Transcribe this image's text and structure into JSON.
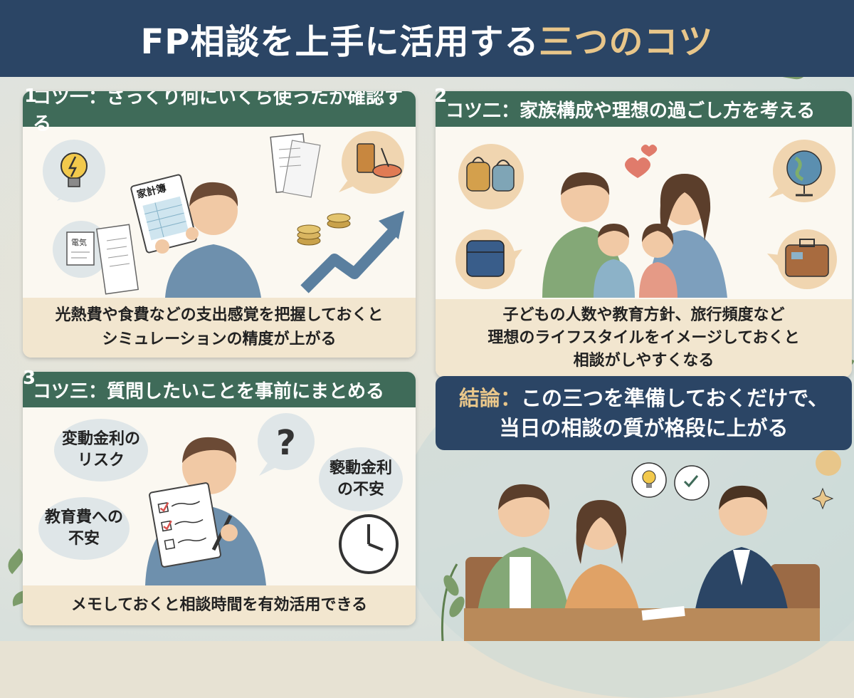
{
  "title": {
    "main": "FP相談を上手に活用する",
    "accent": "三つのコツ"
  },
  "tips": [
    {
      "number": "1",
      "heading": "コツ一：ざっくり何にいくら使ったか確認する",
      "book_label": "家計簿",
      "receipt_label": "電気",
      "footer": [
        "光熱費や食費などの支出感覚を把握しておくと",
        "シミュレーションの精度が上がる"
      ],
      "icons": [
        "lightbulb-icon",
        "receipt-icon",
        "coins-icon",
        "food-icon",
        "rising-arrow-icon"
      ]
    },
    {
      "number": "2",
      "heading": "コツ二：家族構成や理想の過ごし方を考える",
      "footer": [
        "子どもの人数や教育方針、旅行頻度など",
        "理想のライフスタイルをイメージしておくと",
        "相談がしやすくなる"
      ],
      "icons": [
        "backpack-icon",
        "school-bag-icon",
        "globe-icon",
        "suitcase-icon",
        "heart-icon"
      ]
    },
    {
      "number": "3",
      "heading": "コツ三：質問したいことを事前にまとめる",
      "bubbles": [
        {
          "line1": "変動金利の",
          "line2": "リスク"
        },
        {
          "line1": "教育費への",
          "line2": "不安"
        },
        {
          "line1": "褻動金利",
          "line2": "の不安"
        }
      ],
      "footer": [
        "メモしておくと相談時間を有効活用できる"
      ],
      "icons": [
        "question-icon",
        "clock-icon",
        "checklist-icon"
      ]
    }
  ],
  "conclusion": {
    "label": "結論：",
    "line1": "この三つを準備しておくだけで、",
    "line2": "当日の相談の質が格段に上がる"
  },
  "colors": {
    "navy": "#2b4565",
    "green": "#3f6b59",
    "cream": "#fbf8f1",
    "gold": "#e8c68a",
    "footer": "#f2e6cf"
  }
}
